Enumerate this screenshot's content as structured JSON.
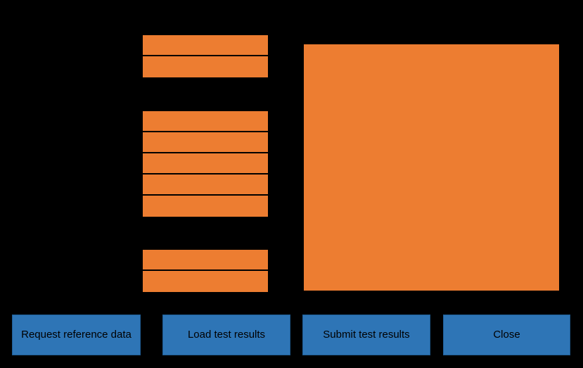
{
  "theme": {
    "background_color": "#000000",
    "row_color": "#ED7D31",
    "panel_color": "#ED7D31",
    "button_color": "#2E75B6",
    "button_text_color": "#000000",
    "border_color": "#000000"
  },
  "lists": {
    "top_group": {
      "name": "reference-data-list",
      "row_count": 2,
      "rows": [
        "",
        ""
      ]
    },
    "middle_group": {
      "name": "test-results-list",
      "row_count": 5,
      "rows": [
        "",
        "",
        "",
        "",
        ""
      ]
    },
    "bottom_group": {
      "name": "summary-list",
      "row_count": 2,
      "rows": [
        "",
        ""
      ]
    }
  },
  "detail_panel": {
    "name": "detail-panel",
    "content": ""
  },
  "buttons": [
    {
      "id": "request-reference-data",
      "label": "Request reference data"
    },
    {
      "id": "load-test-results",
      "label": "Load test results"
    },
    {
      "id": "submit-test-results",
      "label": "Submit test results"
    },
    {
      "id": "close",
      "label": "Close"
    }
  ]
}
